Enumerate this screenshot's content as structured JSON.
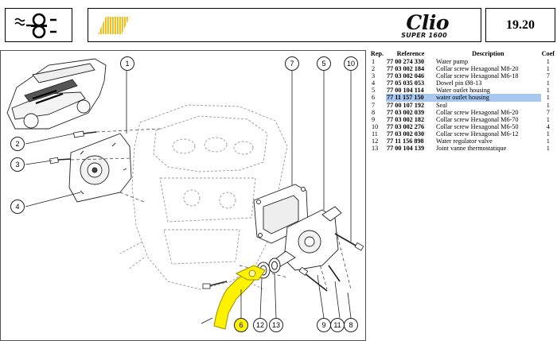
{
  "header": {
    "page_number": "19.20",
    "logo_text": "Clio",
    "logo_subtext": "SUPER 1600",
    "icon": "coolant-system-icon"
  },
  "parts_table": {
    "columns": [
      "Rep.",
      "Reference",
      "Description",
      "Coef"
    ],
    "rows": [
      {
        "rep": "1",
        "ref": "77 00 274 330",
        "desc": "Water pump",
        "coef": "1"
      },
      {
        "rep": "2",
        "ref": "77 03 002 184",
        "desc": "Collar screw Hexagonal M8-20",
        "coef": "1"
      },
      {
        "rep": "3",
        "ref": "77 03 002 046",
        "desc": "Collar screw Hexagonal M6-18",
        "coef": "7"
      },
      {
        "rep": "4",
        "ref": "77 05 035 053",
        "desc": "Dowel pin Ø8-13",
        "coef": "1"
      },
      {
        "rep": "5",
        "ref": "77 00 104 114",
        "desc": "Water outlet housing",
        "coef": "1"
      },
      {
        "rep": "6",
        "ref": "77 11 157 150",
        "desc": "water outlet housing",
        "coef": "1",
        "selected": true
      },
      {
        "rep": "7",
        "ref": "77 00 107 192",
        "desc": "Seal",
        "coef": "1"
      },
      {
        "rep": "8",
        "ref": "77 03 002 039",
        "desc": "Collar screw Hexagonal M6-20",
        "coef": "7"
      },
      {
        "rep": "9",
        "ref": "77 03 002 182",
        "desc": "Collar screw Hexagonal M6-70",
        "coef": "1"
      },
      {
        "rep": "10",
        "ref": "77 03 002 276",
        "desc": "Collar screw Hexagonal M6-50",
        "coef": "4"
      },
      {
        "rep": "11",
        "ref": "77 03 002 030",
        "desc": "Collar screw Hexagonal M6-12",
        "coef": "1"
      },
      {
        "rep": "12",
        "ref": "77 11 156 898",
        "desc": "Water regulator valve",
        "coef": "1"
      },
      {
        "rep": "13",
        "ref": "77 00 104 139",
        "desc": "Joint vanne thermostatique",
        "coef": "1"
      }
    ]
  },
  "diagram": {
    "callouts": [
      {
        "id": "1",
        "highlighted": false
      },
      {
        "id": "2",
        "highlighted": false
      },
      {
        "id": "3",
        "highlighted": false
      },
      {
        "id": "4",
        "highlighted": false
      },
      {
        "id": "5",
        "highlighted": false
      },
      {
        "id": "6",
        "highlighted": true
      },
      {
        "id": "7",
        "highlighted": false
      },
      {
        "id": "8",
        "highlighted": false
      },
      {
        "id": "9",
        "highlighted": false
      },
      {
        "id": "10",
        "highlighted": false
      },
      {
        "id": "11",
        "highlighted": false
      },
      {
        "id": "12",
        "highlighted": false
      },
      {
        "id": "13",
        "highlighted": false
      }
    ],
    "highlight_color": "#fff200",
    "selection_color": "#a8c8f0"
  }
}
